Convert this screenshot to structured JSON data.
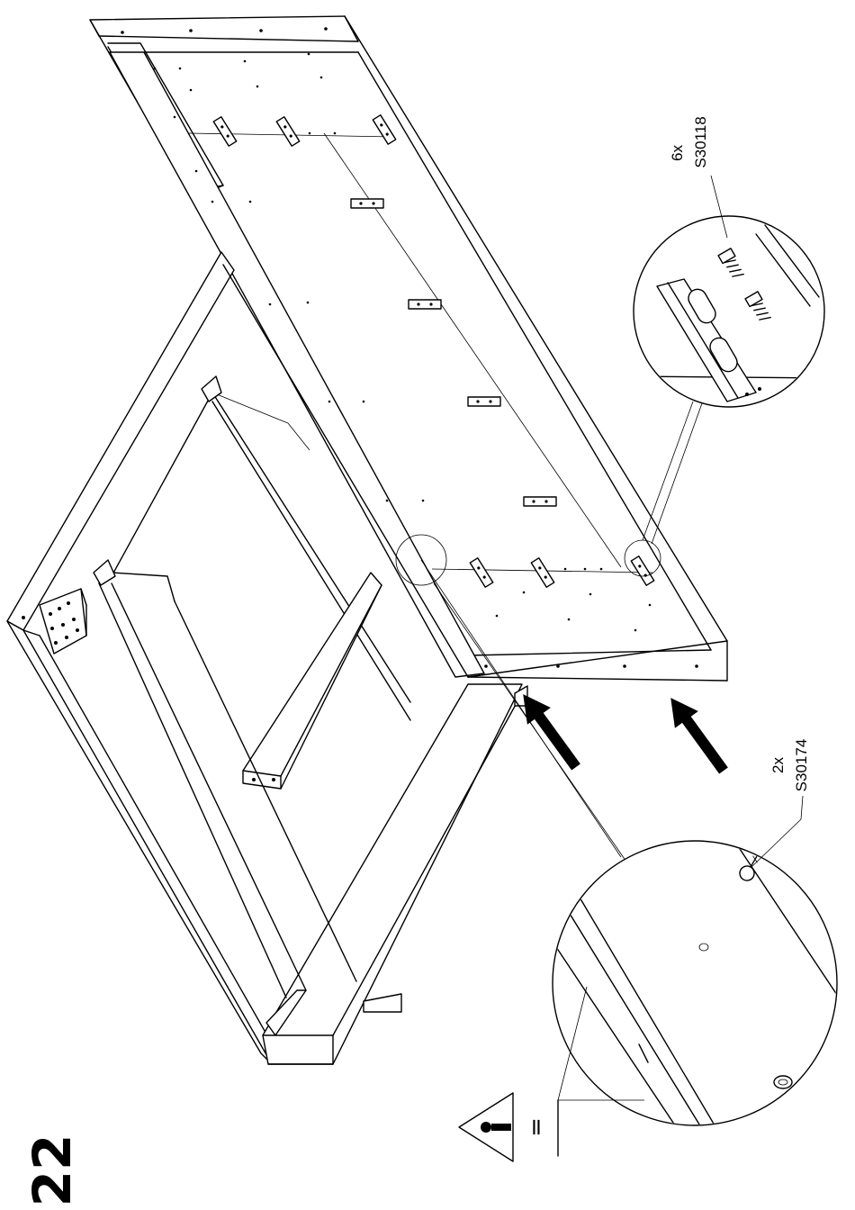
{
  "step": {
    "number": "22"
  },
  "callouts": {
    "screw_top": {
      "quantity": "6x",
      "part": "S30118"
    },
    "screw_bottom": {
      "quantity": "2x",
      "part": "S30174"
    }
  },
  "warning": {
    "symbol": "="
  },
  "colors": {
    "ink": "#000000",
    "paper": "#ffffff"
  }
}
